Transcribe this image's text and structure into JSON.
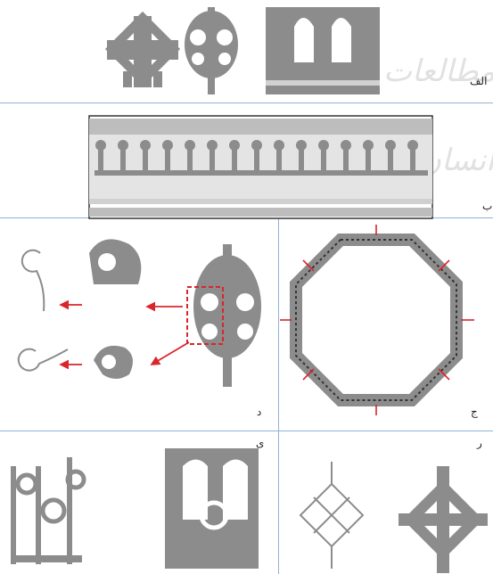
{
  "panels": {
    "alef": {
      "label": "الف"
    },
    "be": {
      "label": "ب"
    },
    "dal": {
      "label": "د"
    },
    "jim": {
      "label": "ج"
    },
    "ye": {
      "label": "ی"
    },
    "re": {
      "label": "ر"
    }
  },
  "watermark": {
    "text1": "مطالعات",
    "text2": "انسان"
  },
  "colors": {
    "motif": "#8c8c8c",
    "arrow": "#d9262b",
    "divider": "#8fb4d6",
    "band": "#bdbdbd"
  }
}
